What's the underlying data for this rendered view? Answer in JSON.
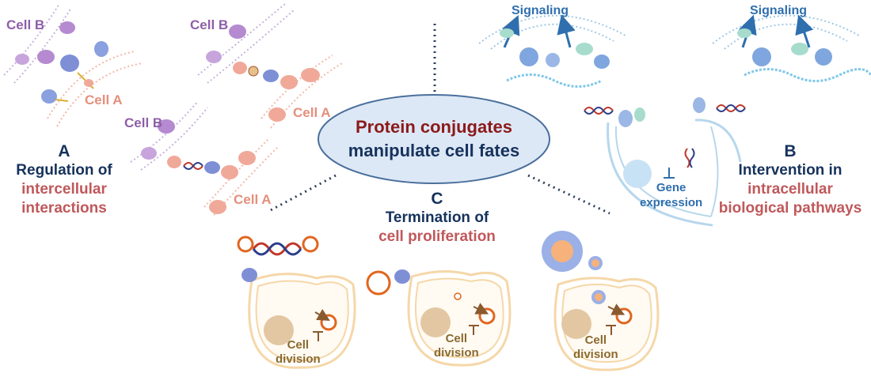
{
  "center": {
    "line1": "Protein conjugates",
    "line2": "manipulate cell fates"
  },
  "section_a": {
    "letter": "A",
    "line1": "Regulation of",
    "line2": "intercellular",
    "line3": "interactions"
  },
  "section_b": {
    "letter": "B",
    "line1": "Intervention in",
    "line2": "intracellular",
    "line3": "biological pathways"
  },
  "section_c": {
    "letter": "C",
    "line1": "Termination of",
    "line2": "cell proliferation"
  },
  "labels": {
    "cell_a": "Cell A",
    "cell_b": "Cell B",
    "signaling": "Signaling",
    "gene": "Gene",
    "expression": "expression",
    "cell": "Cell",
    "division": "division"
  },
  "colors": {
    "title_red": "#8b1a1a",
    "title_blue": "#16325c",
    "accent_red": "#c0585b",
    "ellipse_fill": "#dde8f6",
    "ellipse_stroke": "#4a6f9c",
    "cell_b_purple": "#8e5fa8",
    "cell_a_salmon": "#e58f7b",
    "signaling_blue": "#2f6fae",
    "division_brown": "#8a6a2e"
  }
}
